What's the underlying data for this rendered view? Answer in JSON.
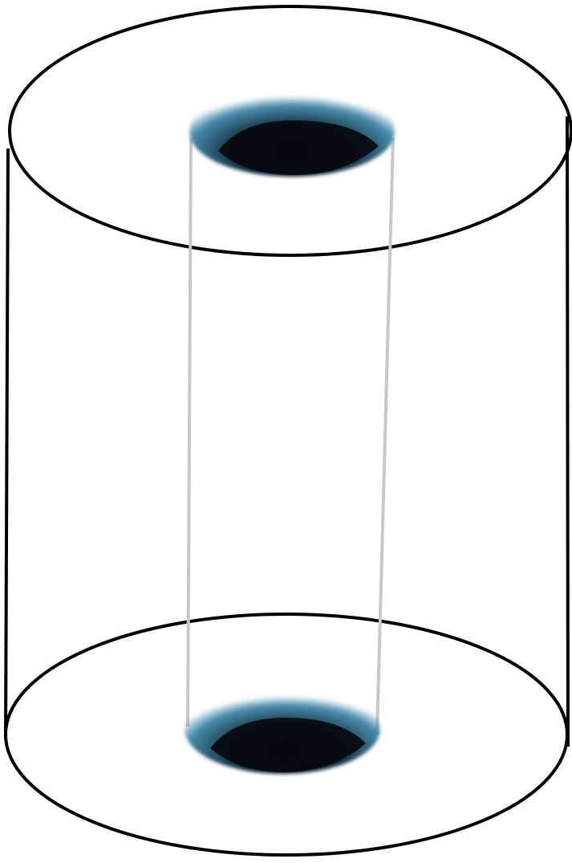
{
  "colors": {
    "background": "#ffffff",
    "outline": "#000000",
    "tunnel_line": "#c8c8c8",
    "hole_dark": "#05080c",
    "hole_mid": "#0f2a3a",
    "hole_rim": "#3f86a8"
  },
  "figure": {
    "shape": "cylinder",
    "features": [
      "top-hole",
      "bottom-hole",
      "connecting-tube"
    ]
  }
}
